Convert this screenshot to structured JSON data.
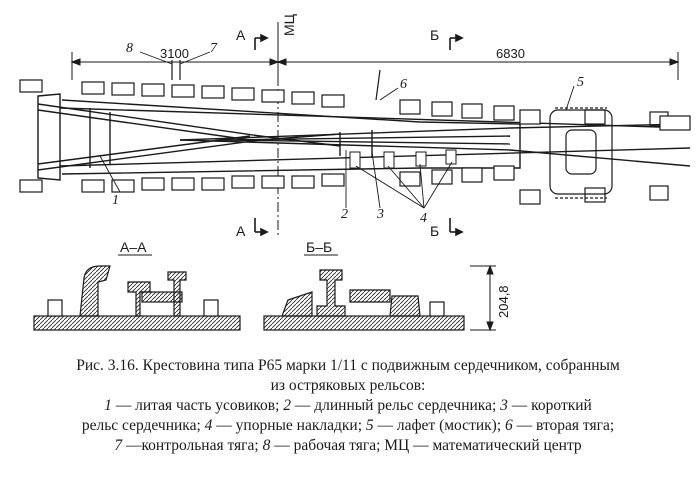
{
  "drawing": {
    "dimensions": {
      "d3100": "3100",
      "d6830": "6830",
      "d204": "204,8"
    },
    "labels": {
      "n1": "1",
      "n2": "2",
      "n3": "3",
      "n4": "4",
      "n5": "5",
      "n6": "6",
      "n7": "7",
      "n8": "8",
      "mc": "МЦ"
    },
    "sections": {
      "a_top": "А",
      "a_bottom": "А",
      "b_top": "Б",
      "b_bottom": "Б",
      "aa": "А–А",
      "bb": "Б–Б"
    }
  },
  "caption": {
    "line1": "Рис. 3.16. Крестовина типа Р65 марки 1/11 с подвижным сердечником, собранным",
    "line2": "из остряковых рельсов:",
    "legend": [
      {
        "num": "1",
        "text": " — литая часть усовиков; "
      },
      {
        "num": "2",
        "text": " — длинный рельс сердечника; "
      },
      {
        "num": "3",
        "text": " — короткий"
      },
      {
        "num": "",
        "text": "рельс сердечника; "
      },
      {
        "num": "4",
        "text": " — упорные накладки; "
      },
      {
        "num": "5",
        "text": " — лафет (мостик); "
      },
      {
        "num": "6",
        "text": " — вторая тяга;"
      },
      {
        "num": "7",
        "text": " —контрольная тяга; "
      },
      {
        "num": "8",
        "text": " — рабочая тяга; МЦ — математический центр"
      }
    ]
  }
}
